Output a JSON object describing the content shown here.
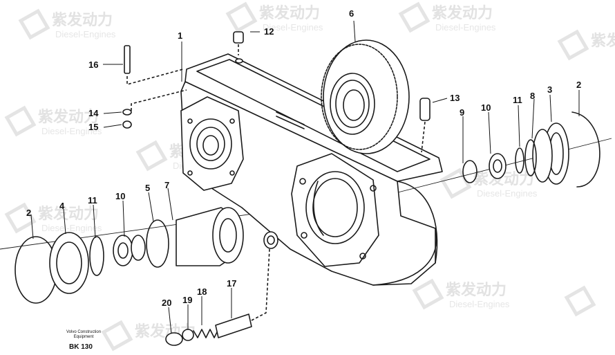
{
  "watermark": {
    "brand": "紫发动力",
    "subtitle": "Diesel-Engines"
  },
  "callouts": [
    "1",
    "2",
    "2",
    "3",
    "4",
    "5",
    "6",
    "7",
    "8",
    "9",
    "10",
    "10",
    "11",
    "11",
    "12",
    "13",
    "14",
    "15",
    "16",
    "17",
    "18",
    "19",
    "20"
  ],
  "footnote": {
    "line1": "Volvo Construction",
    "line2": "Equipment",
    "code": "BK 130"
  },
  "colors": {
    "ink": "#1a1a1a",
    "watermark": "#e2e2e2",
    "background": "#ffffff"
  }
}
